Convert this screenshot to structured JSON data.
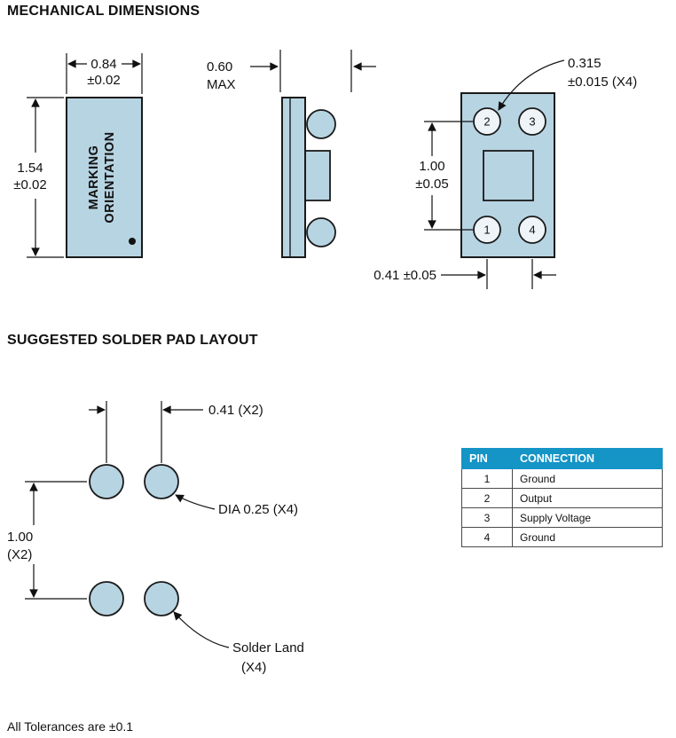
{
  "page": {
    "title": "MECHANICAL DIMENSIONS",
    "solder_section_title": "SUGGESTED SOLDER PAD LAYOUT",
    "tolerance_note": "All Tolerances are ±0.1"
  },
  "front_view": {
    "width_value": "0.84",
    "width_tolerance": "±0.02",
    "height_value": "1.54",
    "height_tolerance": "±0.02",
    "marking_line1": "MARKING",
    "marking_line2": "ORIENTATION"
  },
  "side_view": {
    "thickness_value": "0.60",
    "thickness_qualifier": "MAX"
  },
  "bottom_view": {
    "pad_callout_value": "0.315",
    "pad_callout_tolerance": "±0.015 (X4)",
    "vertical_pitch_value": "1.00",
    "vertical_pitch_tolerance": "±0.05",
    "horizontal_pitch": "0.41 ±0.05",
    "pin_top_left": "2",
    "pin_top_right": "3",
    "pin_bottom_left": "1",
    "pin_bottom_right": "4"
  },
  "solder_pad_layout": {
    "horizontal_pitch": "0.41 (X2)",
    "vertical_pitch_line1": "1.00",
    "vertical_pitch_line2": "(X2)",
    "pad_diameter": "DIA 0.25 (X4)",
    "land_label_line1": "Solder Land",
    "land_label_line2": "(X4)"
  },
  "pin_table": {
    "headers": [
      "PIN",
      "CONNECTION"
    ],
    "rows": [
      {
        "pin": "1",
        "connection": "Ground"
      },
      {
        "pin": "2",
        "connection": "Output"
      },
      {
        "pin": "3",
        "connection": "Supply Voltage"
      },
      {
        "pin": "4",
        "connection": "Ground"
      }
    ]
  },
  "colors": {
    "component_fill": "#b7d4e2",
    "table_header_bg": "#1594c6"
  }
}
